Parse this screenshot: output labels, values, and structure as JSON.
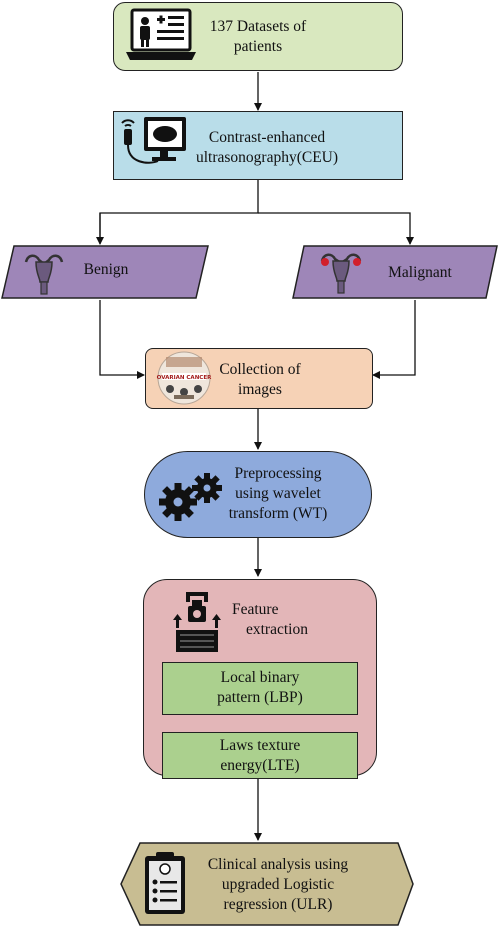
{
  "nodes": {
    "datasets": {
      "lines": [
        "137 Datasets of",
        "patients"
      ],
      "color": "#d9e8bf"
    },
    "ceu": {
      "lines": [
        "Contrast-enhanced",
        "ultrasonography(CEU)"
      ],
      "color": "#b9dde9"
    },
    "benign": {
      "lines": [
        "Benign"
      ],
      "color": "#9e86b8"
    },
    "malignant": {
      "lines": [
        "Malignant"
      ],
      "color": "#9e86b8"
    },
    "collection": {
      "lines": [
        "Collection of",
        "images"
      ],
      "color": "#f6d2b6",
      "icon_text": "OVARIAN CANCER"
    },
    "preprocessing": {
      "lines": [
        "Preprocessing",
        "using wavelet",
        "transform (WT)"
      ],
      "color": "#8eaadc"
    },
    "feature": {
      "lines": [
        "Feature",
        "extraction"
      ],
      "color": "#e3b6b8"
    },
    "lbp": {
      "lines": [
        "Local binary",
        "pattern (LBP)"
      ],
      "color": "#abd08e"
    },
    "lte": {
      "lines": [
        "Laws texture",
        "energy(LTE)"
      ],
      "color": "#abd08e"
    },
    "clinical": {
      "lines": [
        "Clinical analysis using",
        "upgraded Logistic",
        "regression (ULR)"
      ],
      "color": "#c8bd92"
    }
  },
  "icons": [
    "laptop-patient-icon",
    "ultrasound-monitor-icon",
    "uterus-icon",
    "uterus-tumor-icon",
    "ovarian-cancer-collage-icon",
    "gears-icon",
    "robot-arm-icon",
    "clipboard-checklist-icon"
  ]
}
